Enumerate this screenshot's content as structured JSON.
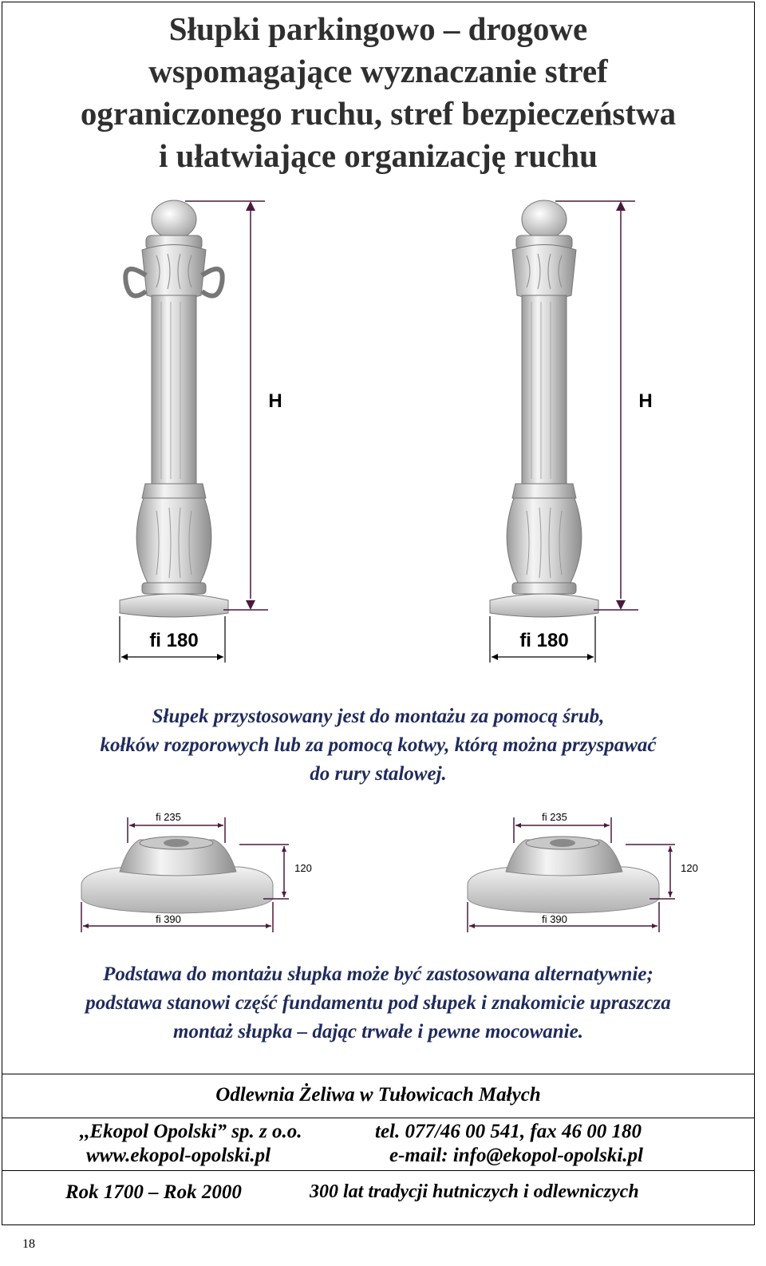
{
  "header": {
    "title_lines": [
      "Słupki parkingowo – drogowe",
      "wspomagające wyznaczanie stref",
      "ograniczonego ruchu, stref bezpieczeństwa",
      "i ułatwiające organizację ruchu"
    ]
  },
  "posts": {
    "height_label": "H",
    "diameter_label": "fi 180"
  },
  "caption1": [
    "Słupek przystosowany jest do montażu za pomocą śrub,",
    "kołków rozporowych lub za pomocą kotwy, którą można przyspawać",
    "do rury stalowej."
  ],
  "bases": {
    "top_diameter": "fi 235",
    "height": "120",
    "bottom_diameter": "fi 390"
  },
  "caption2": [
    "Podstawa do montażu słupka może być zastosowana alternatywnie;",
    "podstawa stanowi część fundamentu pod słupek i znakomicie upraszcza",
    "montaż słupka – dając trwałe i pewne mocowanie."
  ],
  "footer": {
    "foundry": "Odlewnia Żeliwa w Tułowicach Małych",
    "company": ",,Ekopol Opolski” sp. z o.o.",
    "phone": "tel. 077/46 00 541,  fax 46 00 180",
    "website": "www.ekopol-opolski.pl",
    "email": "e-mail: info@ekopol-opolski.pl",
    "years": "Rok 1700 – Rok 2000",
    "tradition": "300 lat tradycji hutniczych i odlewniczych"
  },
  "page_number": "18",
  "colors": {
    "caption_text": "#1f2a5c",
    "dimension_line": "#4a1a3c"
  }
}
